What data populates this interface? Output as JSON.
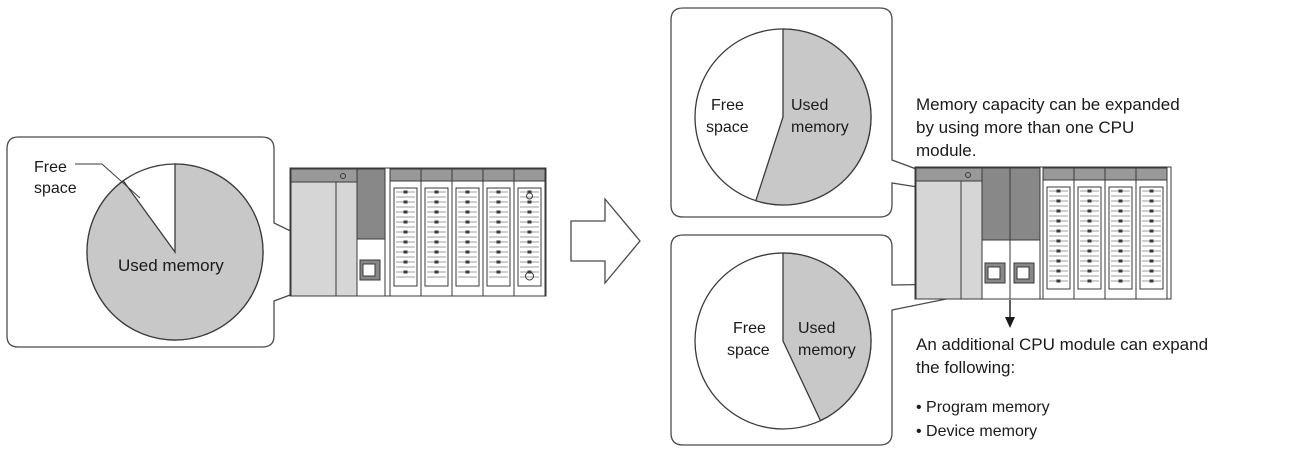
{
  "colors": {
    "used_memory": "#c8c8c8",
    "free_space": "#ffffff",
    "outline": "#3a3a3a",
    "module_dark": "#888888",
    "module_light": "#d6d6d6"
  },
  "left_panel": {
    "free_label_line1": "Free",
    "free_label_line2": "space",
    "used_label": "Used memory",
    "used_fraction": 0.9
  },
  "arrow_icon": "right-arrow-icon",
  "right_top_panel": {
    "free_label_line1": "Free",
    "free_label_line2": "space",
    "used_label_line1": "Used",
    "used_label_line2": "memory",
    "used_fraction": 0.55
  },
  "right_bottom_panel": {
    "free_label_line1": "Free",
    "free_label_line2": "space",
    "used_label_line1": "Used",
    "used_label_line2": "memory",
    "used_fraction": 0.43
  },
  "note_capacity": {
    "line1": "Memory capacity can be expanded",
    "line2": "by using more than one CPU",
    "line3": "module."
  },
  "note_additional": {
    "line1": "An additional CPU module can expand",
    "line2": "the following:",
    "bullet1": "• Program memory",
    "bullet2": "• Device memory"
  }
}
